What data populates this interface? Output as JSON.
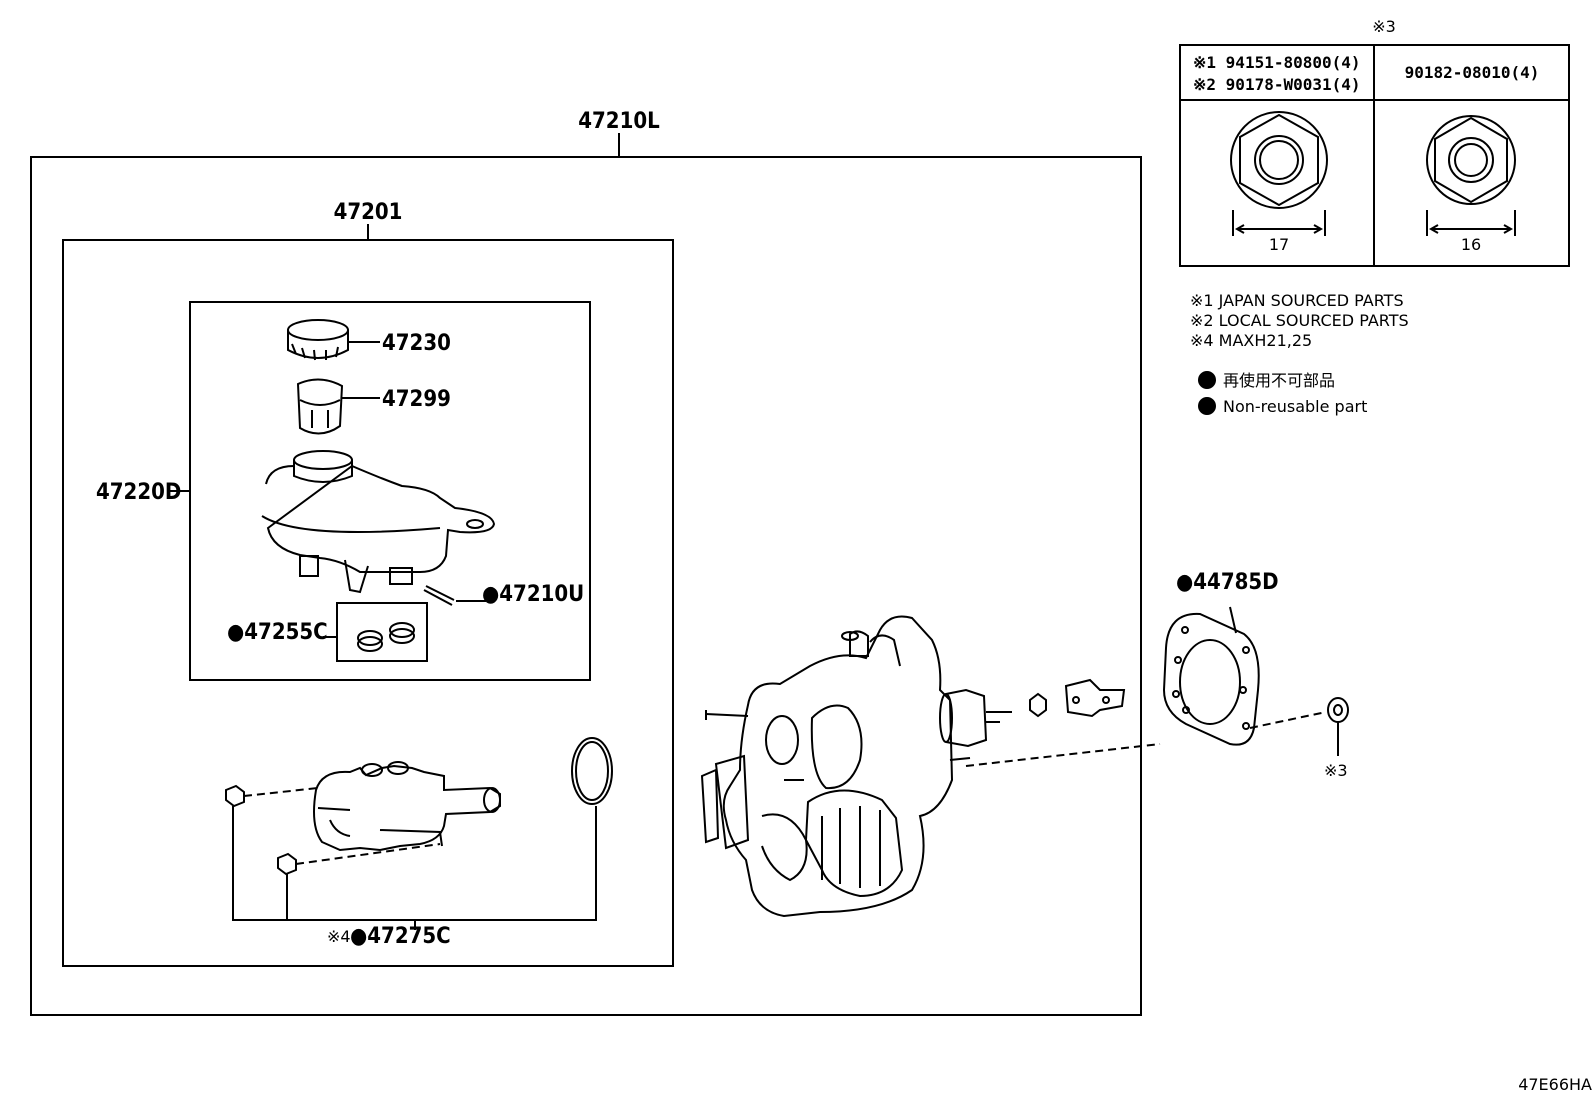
{
  "labels": {
    "assembly": "47210L",
    "master_cylinder": "47201",
    "reservoir_group": "47220D",
    "cap": "47230",
    "strainer": "47299",
    "pin": "●47210U",
    "grommet": "●47255C",
    "nut_kit": "●47275C",
    "nut_kit_prefix": "※4",
    "gasket": "●44785D",
    "ref3_bottom": "※3",
    "image_code": "47E66HA"
  },
  "fastener_table": {
    "header_mark": "※3",
    "left_line1": "※1 94151-80800(4)",
    "left_line2": "※2 90178-W0031(4)",
    "right": "90182-08010(4)",
    "left_size": "17",
    "right_size": "16"
  },
  "notes": {
    "n1": "※1 JAPAN SOURCED PARTS",
    "n2": "※2 LOCAL SOURCED PARTS",
    "n4": "※4 MAXH21,25",
    "legend_jp": "再使用不可部品",
    "legend_en": "Non-reusable part"
  }
}
